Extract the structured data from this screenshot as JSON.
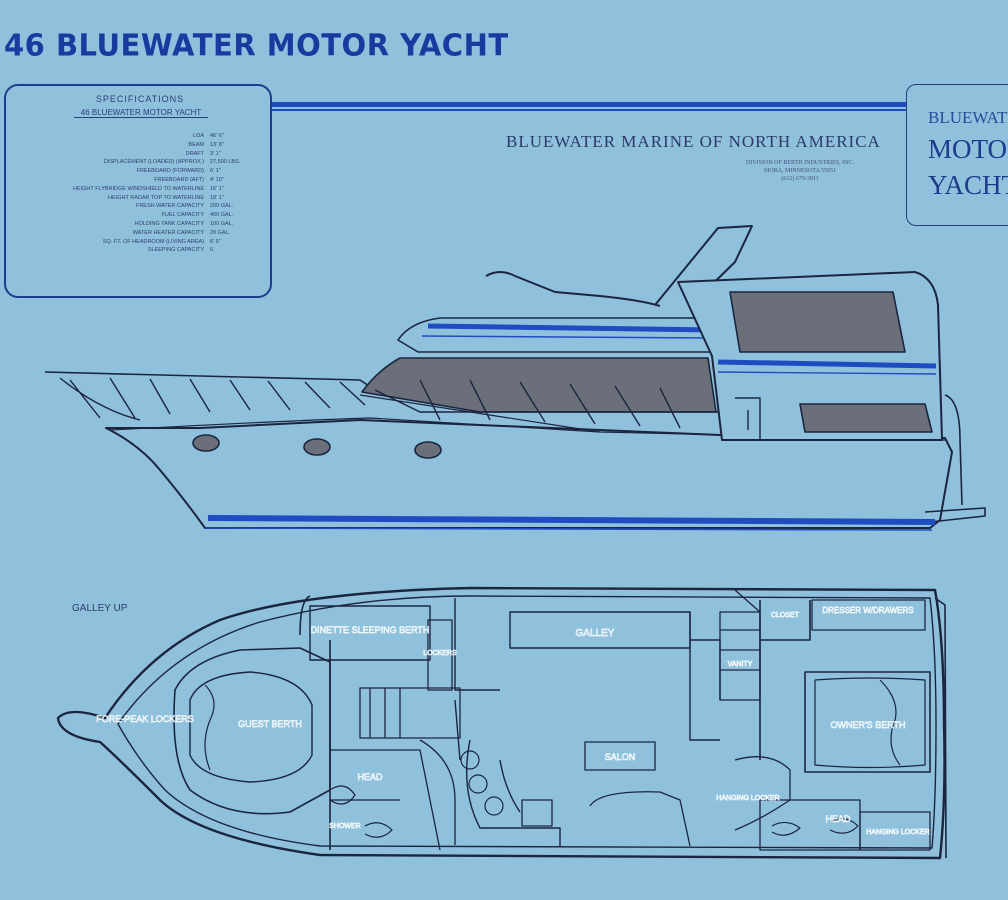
{
  "title": "46 BLUEWATER MOTOR YACHT",
  "specifications": {
    "heading": "SPECIFICATIONS",
    "subheading": "46 BLUEWATER MOTOR YACHT",
    "rows": [
      {
        "label": "LOA",
        "value": "46' 6\""
      },
      {
        "label": "BEAM",
        "value": "13' 8\""
      },
      {
        "label": "DRAFT",
        "value": "3' 1\""
      },
      {
        "label": "DISPLACEMENT (LOADED) (APPROX.)",
        "value": "27,500 LBS."
      },
      {
        "label": "FREEBOARD (FORWARD)",
        "value": "6' 1\""
      },
      {
        "label": "FREEBOARD (AFT)",
        "value": "4' 10\""
      },
      {
        "label": "HEIGHT FLYBRIDGE WINDSHIELD TO WATERLINE",
        "value": "16' 1\""
      },
      {
        "label": "HEIGHT RADAR TOP TO WATERLINE",
        "value": "18' 1\""
      },
      {
        "label": "FRESH WATER CAPACITY",
        "value": "200 GAL."
      },
      {
        "label": "FUEL CAPACITY",
        "value": "400 GAL."
      },
      {
        "label": "HOLDING TANK CAPACITY",
        "value": "100 GAL."
      },
      {
        "label": "WATER HEATER CAPACITY",
        "value": "20 GAL."
      },
      {
        "label": "SQ. FT. OF HEADROOM (LIVING AREA)",
        "value": "6' 5\""
      },
      {
        "label": "SLEEPING CAPACITY",
        "value": "6"
      }
    ]
  },
  "company": {
    "name": "BLUEWATER MARINE OF NORTH AMERICA",
    "division": "DIVISION OF BERTH INDUSTRIES, INC.",
    "location": "MORA, MINNESOTA 55051",
    "phone": "(612) 679-3811"
  },
  "brand": {
    "line1": "BLUEWATER",
    "line2": "MOTOR",
    "line3": "YACHT"
  },
  "floorplan": {
    "galley_up": "GALLEY UP",
    "rooms": {
      "forepeak": "FORE-PEAK LOCKERS",
      "guest_berth": "GUEST BERTH",
      "sleeping_berth": "DINETTE SLEEPING BERTH",
      "galley": "GALLEY",
      "salon": "SALON",
      "head_fwd": "HEAD",
      "shower": "SHOWER",
      "lockers_mid": "LOCKERS",
      "vanity": "VANITY",
      "hanging_locker": "HANGING LOCKER",
      "dresser": "DRESSER W/DRAWERS",
      "owners_berth": "OWNER'S BERTH",
      "closet": "CLOSET",
      "head_aft": "HEAD",
      "hanging_aft": "HANGING LOCKER"
    }
  },
  "colors": {
    "paper": "#8fc0dc",
    "ink": "#1b2540",
    "accent_blue": "#1f4cc0",
    "window_gray": "#6a6f7a",
    "title_blue": "#1a3aa0"
  }
}
